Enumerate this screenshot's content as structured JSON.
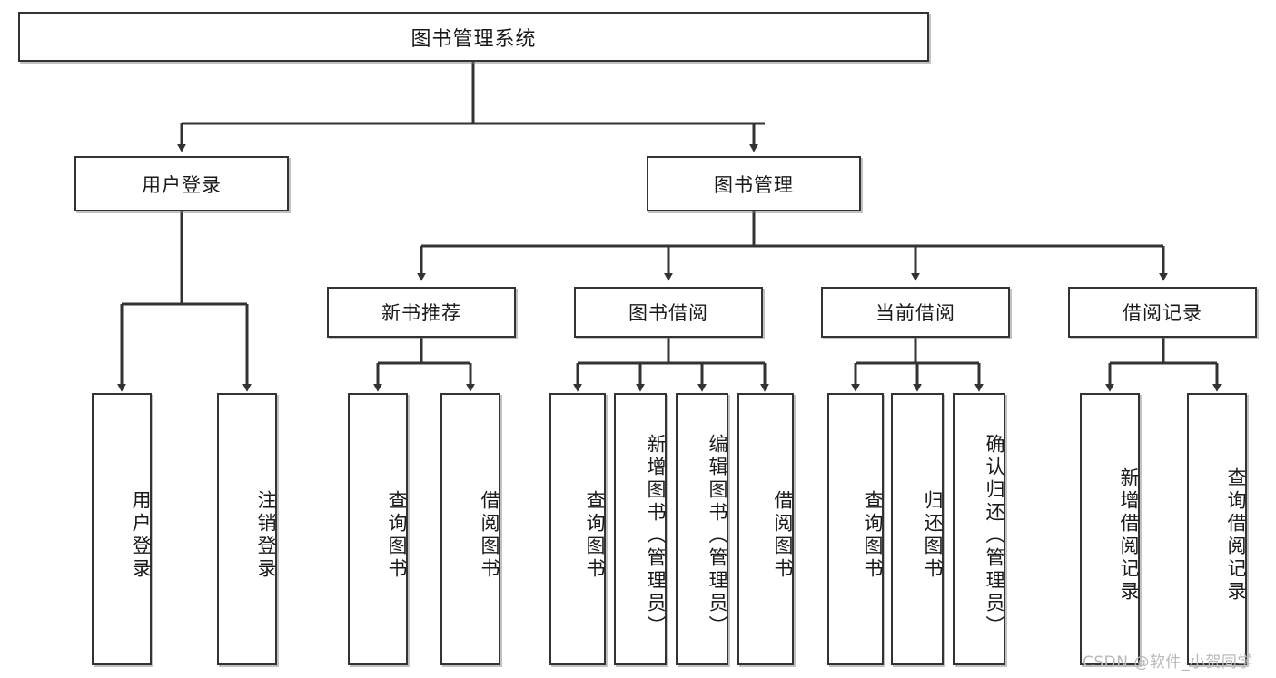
{
  "diagram": {
    "title": "图书管理系统",
    "type": "tree-hierarchy-chart",
    "root": {
      "label": "图书管理系统"
    },
    "level1": [
      {
        "label": "用户登录"
      },
      {
        "label": "图书管理"
      }
    ],
    "level2": [
      {
        "label": "新书推荐"
      },
      {
        "label": "图书借阅"
      },
      {
        "label": "当前借阅"
      },
      {
        "label": "借阅记录"
      }
    ],
    "leaves": {
      "user_login": [
        {
          "label": "用户登录"
        },
        {
          "label": "注销登录"
        }
      ],
      "new_book_recommend": [
        {
          "label": "查询图书"
        },
        {
          "label": "借阅图书"
        }
      ],
      "book_borrow": [
        {
          "label": "查询图书"
        },
        {
          "label": "新增图书（管理员）"
        },
        {
          "label": "编辑图书（管理员）"
        },
        {
          "label": "借阅图书"
        }
      ],
      "current_borrow": [
        {
          "label": "查询图书"
        },
        {
          "label": "归还图书"
        },
        {
          "label": "确认归还（管理员）"
        }
      ],
      "borrow_record": [
        {
          "label": "新增借阅记录"
        },
        {
          "label": "查询借阅记录"
        }
      ]
    }
  },
  "watermark": {
    "text": "CSDN @软件_小贺同学"
  },
  "colors": {
    "stroke": "#333333",
    "fill": "#ffffff",
    "text": "#1a1a1a",
    "watermark": "#b9b9b9"
  }
}
